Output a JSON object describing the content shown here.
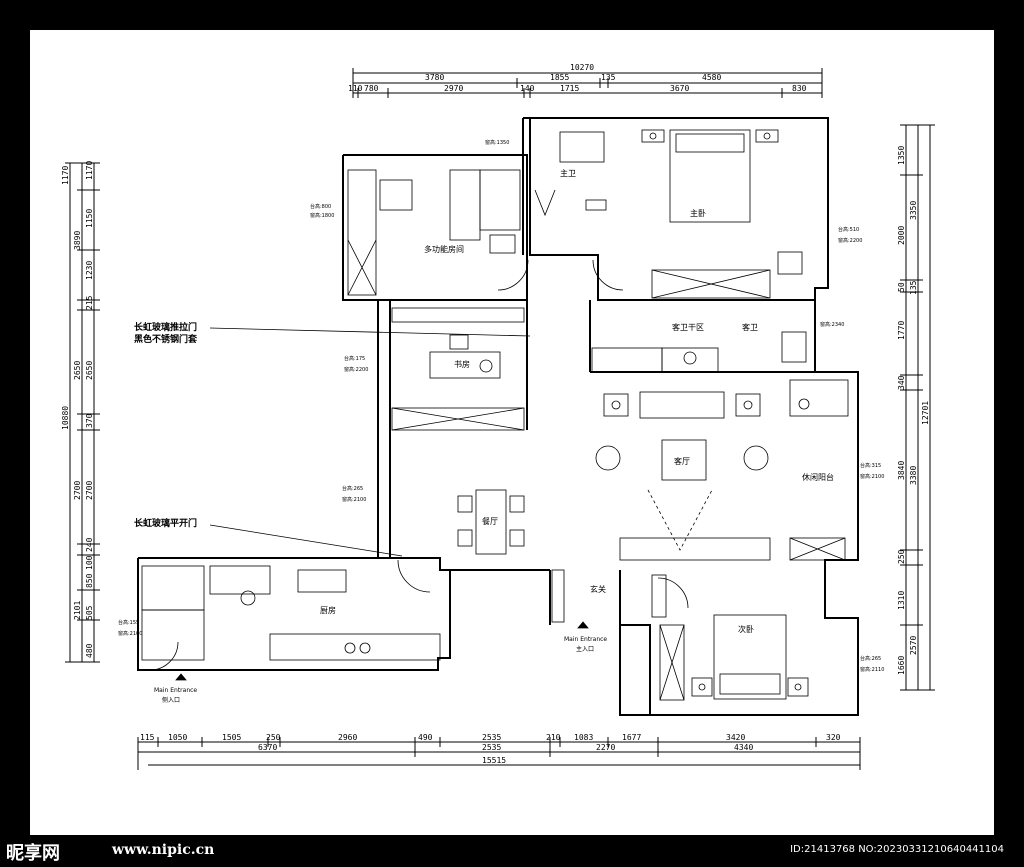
{
  "rooms": {
    "master_bath": "主卫",
    "master_bed": "主卧",
    "multi_room": "多功能房间",
    "study": "书房",
    "guest_bath_dry": "客卫干区",
    "guest_bath": "客卫",
    "living": "客厅",
    "leisure": "休闲阳台",
    "dining": "餐厅",
    "kitchen": "厨房",
    "entry": "玄关",
    "second_bed": "次卧",
    "main_entrance_en": "Main Entrance",
    "main_entrance_cn": "主入口",
    "kitchen_entrance_en": "Main Entrance",
    "kitchen_entrance_cn": "侧入口"
  },
  "labels": {
    "sliding_door_1": "长虹玻璃推拉门",
    "sliding_door_2": "黑色不锈钢门套",
    "swing_door": "长虹玻璃平开门"
  },
  "dims": {
    "top_total": "10270",
    "top_1": [
      "3780",
      "1855",
      "135",
      "4580"
    ],
    "top_2": [
      "110",
      "780",
      "2970",
      "140",
      "1715",
      "3670",
      "830"
    ],
    "bottom_1": [
      "115",
      "1050",
      "1505",
      "250",
      "2960",
      "490",
      "2535",
      "210",
      "1083",
      "1677",
      "3420",
      "320"
    ],
    "bottom_2": [
      "6370",
      "2535",
      "2270",
      "4340"
    ],
    "bottom_total": "15515",
    "left_1": [
      "1170",
      "1150",
      "1230",
      "215",
      "2650",
      "370",
      "2700",
      "240",
      "100",
      "850",
      "505",
      "480"
    ],
    "left_2": [
      "3890",
      "2650",
      "2700",
      "2101"
    ],
    "left_total": "10880",
    "right_1": [
      "1350",
      "2000",
      "50",
      "1770",
      "340",
      "3840",
      "250",
      "1310",
      "1660"
    ],
    "right_2": [
      "3350",
      "135",
      "3380",
      "2570"
    ],
    "right_total": "12701"
  },
  "notes": {
    "n1": "窗高:1350",
    "n2": "台高:800",
    "n3": "窗高:1800",
    "n4": "台高:510",
    "n5": "窗高:2200",
    "n6": "窗高:2340",
    "n7": "台高:175",
    "n8": "窗高:2200",
    "n9": "台高:265",
    "n10": "窗高:2100",
    "n11": "台高:315",
    "n12": "窗高:2100",
    "n13": "台高:155",
    "n14": "窗高:2100",
    "n15": "台高:265",
    "n16": "窗高:2110"
  },
  "footer": {
    "logo": "昵享网",
    "site": "www.nipic.cn",
    "id": "ID:21413768 NO:20230331210640441104"
  }
}
